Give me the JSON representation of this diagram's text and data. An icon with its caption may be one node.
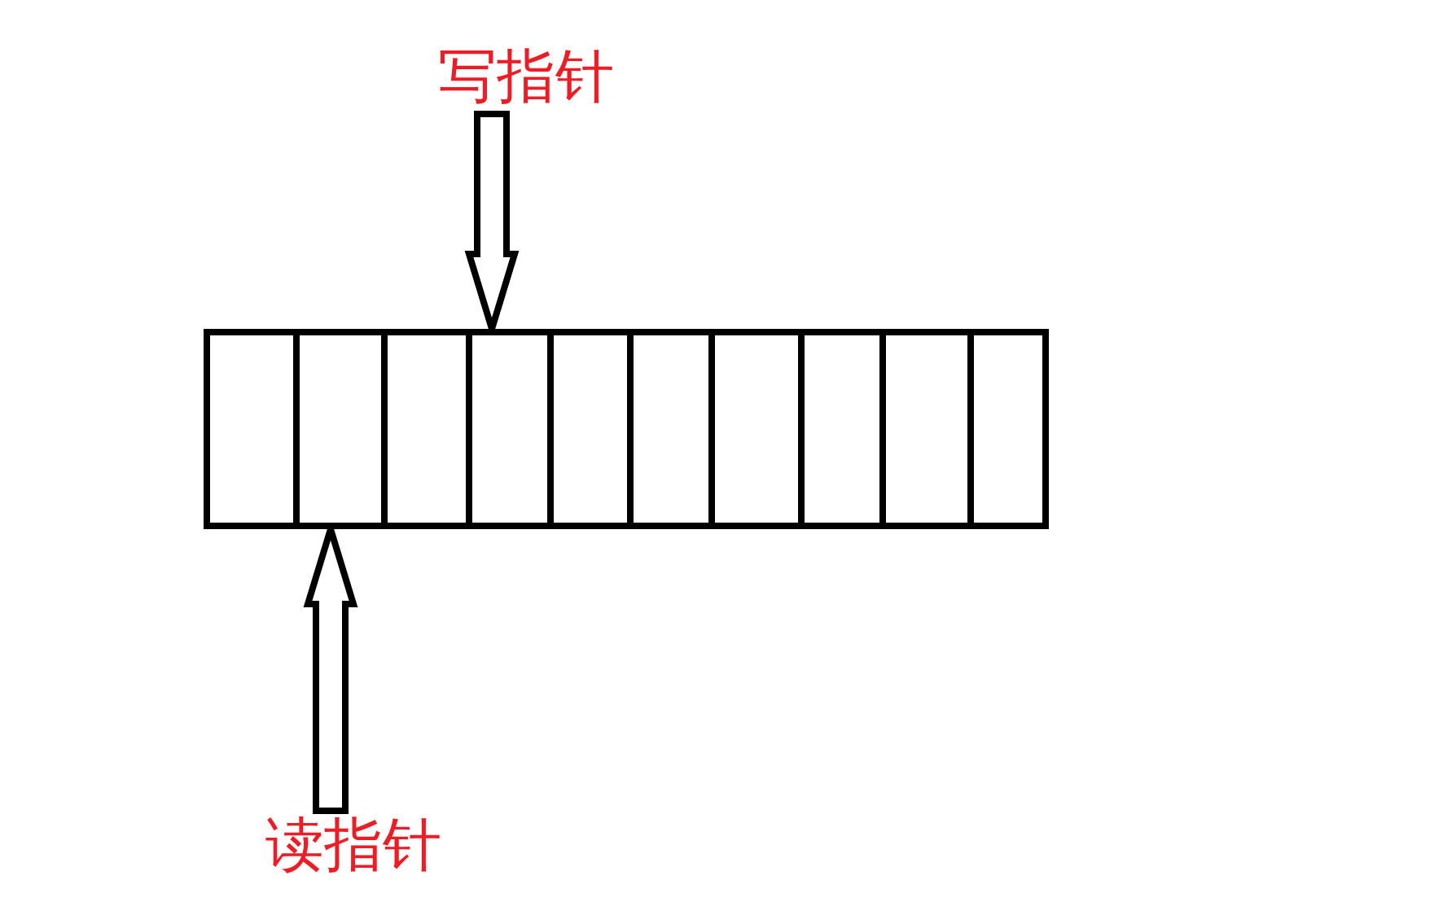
{
  "diagram": {
    "nodes": [
      {
        "text": [
          "写指针"
        ]
      },
      {
        "text": [
          "读指针"
        ]
      },
      {
        "text": [],
        "shape": "box"
      },
      {
        "text": [],
        "shape": "box"
      },
      {
        "text": [],
        "shape": "box"
      },
      {
        "text": [],
        "shape": "box"
      },
      {
        "text": [],
        "shape": "box"
      },
      {
        "text": [],
        "shape": "box"
      },
      {
        "text": [],
        "shape": "box"
      },
      {
        "text": [],
        "shape": "box"
      },
      {
        "text": [],
        "shape": "box"
      },
      {
        "text": [],
        "shape": "box"
      }
    ],
    "edges": [
      {
        "from": 0,
        "to": 5,
        "arrow": "to"
      },
      {
        "from": 1,
        "to": 3,
        "arrow": "to"
      }
    ]
  }
}
